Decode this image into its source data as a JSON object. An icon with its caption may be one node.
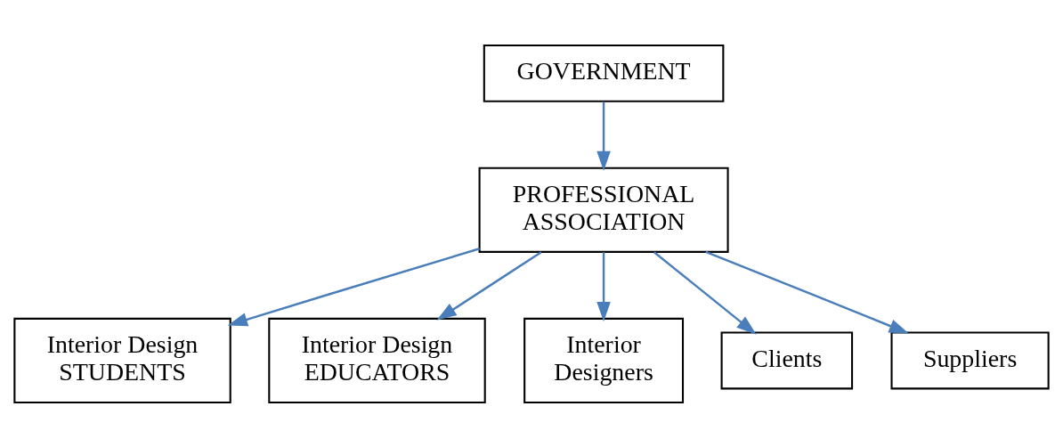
{
  "diagram": {
    "nodes": [
      {
        "text": [
          "GOVERNMENT"
        ]
      },
      {
        "text": [
          "PROFESSIONAL ASSOCIATION"
        ]
      },
      {
        "text": [
          "Interior Design STUDENTS"
        ]
      },
      {
        "text": [
          "Interior Design EDUCATORS"
        ]
      },
      {
        "text": [
          "Interior Designers"
        ]
      },
      {
        "text": [
          "Clients"
        ]
      },
      {
        "text": [
          "Suppliers"
        ]
      }
    ],
    "edges": [
      {
        "from": 0,
        "to": 1,
        "arrow": "to",
        "color": "#4a7ebb"
      },
      {
        "from": 1,
        "to": 2,
        "arrow": "to",
        "color": "#4a7ebb"
      },
      {
        "from": 1,
        "to": 3,
        "arrow": "to",
        "color": "#4a7ebb"
      },
      {
        "from": 1,
        "to": 4,
        "arrow": "to",
        "color": "#4a7ebb"
      },
      {
        "from": 1,
        "to": 5,
        "arrow": "to",
        "color": "#4a7ebb"
      },
      {
        "from": 1,
        "to": 6,
        "arrow": "to",
        "color": "#4a7ebb"
      }
    ]
  }
}
